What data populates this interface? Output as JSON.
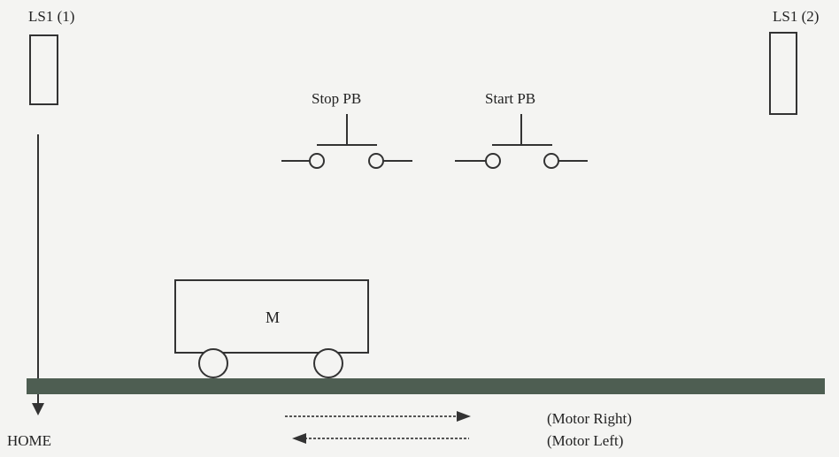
{
  "diagram": {
    "limit_switch_left": "LS1 (1)",
    "limit_switch_right": "LS1 (2)",
    "stop_button": "Stop PB",
    "start_button": "Start PB",
    "motor": "M",
    "home": "HOME",
    "direction_right": "(Motor Right)",
    "direction_left": "(Motor Left)"
  }
}
